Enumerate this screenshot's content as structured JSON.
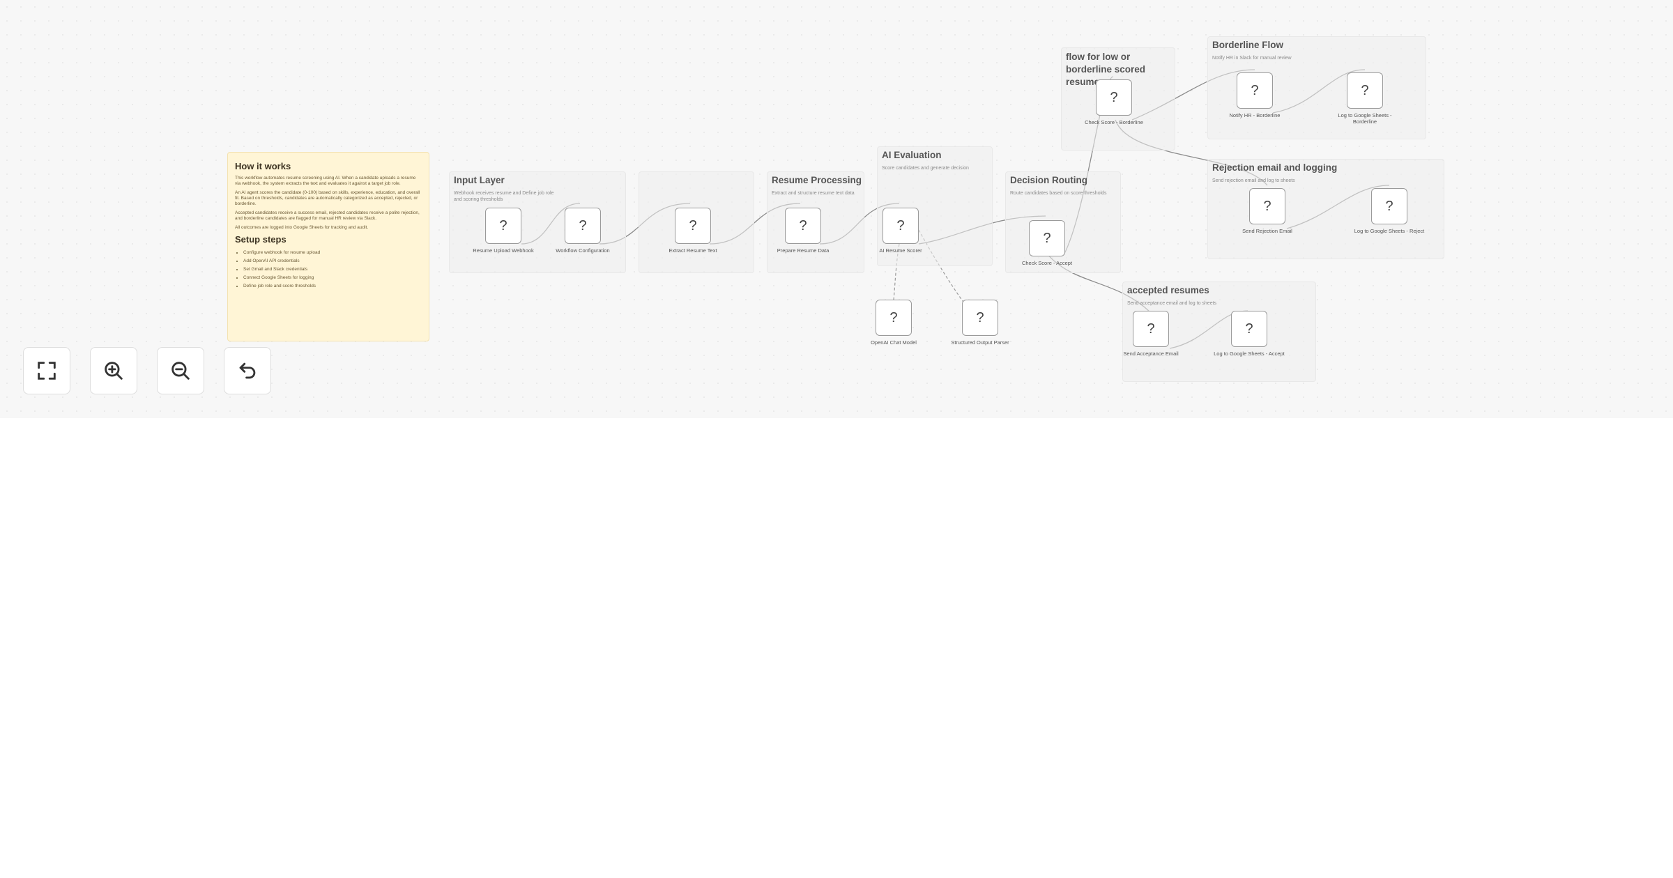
{
  "sticky_note": {
    "heading": "How it works",
    "paragraphs": [
      "This workflow automates resume screening using AI. When a candidate uploads a resume via webhook, the system extracts the text and evaluates it against a target job role.",
      "An AI agent scores the candidate (0-100) based on skills, experience, education, and overall fit. Based on thresholds, candidates are automatically categorized as accepted, rejected, or borderline.",
      "Accepted candidates receive a success email, rejected candidates receive a polite rejection, and borderline candidates are flagged for manual HR review via Slack.",
      "All outcomes are logged into Google Sheets for tracking and audit."
    ],
    "setup_heading": "Setup steps",
    "setup_steps": [
      "Configure webhook for resume upload",
      "Add OpenAI API credentials",
      "Set Gmail and Slack credentials",
      "Connect Google Sheets for logging",
      "Define job role and score thresholds"
    ]
  },
  "groups": {
    "input_layer": {
      "title": "Input Layer",
      "desc": "Webhook receives resume and Define job role and scoring thresholds"
    },
    "resume_processing": {
      "title": "Resume Processing",
      "desc": "Extract and structure resume text data"
    },
    "ai_evaluation": {
      "title": "AI Evaluation",
      "desc": "Score candidates and generate decision"
    },
    "decision_routing": {
      "title": "Decision Routing",
      "desc": "Route candidates based on score thresholds"
    },
    "low_borderline": {
      "title": "flow for low or borderline scored resume",
      "desc": ""
    },
    "borderline_flow": {
      "title": "Borderline Flow",
      "desc": "Notify HR in Slack for manual review"
    },
    "rejection": {
      "title": "Rejection email and logging",
      "desc": "Send rejection email and log to sheets"
    },
    "accepted": {
      "title": "accepted resumes",
      "desc": "Send acceptance email and log to sheets"
    }
  },
  "nodes": {
    "resume_upload_webhook": {
      "icon": "?",
      "label": "Resume Upload Webhook"
    },
    "workflow_configuration": {
      "icon": "?",
      "label": "Workflow Configuration"
    },
    "extract_resume_text": {
      "icon": "?",
      "label": "Extract Resume Text"
    },
    "prepare_resume_data": {
      "icon": "?",
      "label": "Prepare Resume Data"
    },
    "ai_resume_scorer": {
      "icon": "?",
      "label": "AI Resume Scorer"
    },
    "openai_chat_model": {
      "icon": "?",
      "label": "OpenAI Chat Model"
    },
    "structured_output_parser": {
      "icon": "?",
      "label": "Structured Output Parser"
    },
    "check_score_accept": {
      "icon": "?",
      "label": "Check Score - Accept"
    },
    "check_score_borderline": {
      "icon": "?",
      "label": "Check Score - Borderline"
    },
    "notify_hr_borderline": {
      "icon": "?",
      "label": "Notify HR - Borderline"
    },
    "log_sheets_borderline": {
      "icon": "?",
      "label": "Log to Google Sheets - Borderline"
    },
    "send_rejection_email": {
      "icon": "?",
      "label": "Send Rejection Email"
    },
    "log_sheets_reject": {
      "icon": "?",
      "label": "Log to Google Sheets - Reject"
    },
    "send_acceptance_email": {
      "icon": "?",
      "label": "Send Acceptance Email"
    },
    "log_sheets_accept": {
      "icon": "?",
      "label": "Log to Google Sheets - Accept"
    }
  },
  "toolbar": {
    "fit_view": {
      "icon": "fit-view-icon"
    },
    "zoom_in": {
      "icon": "zoom-in-icon"
    },
    "zoom_out": {
      "icon": "zoom-out-icon"
    },
    "undo": {
      "icon": "undo-icon"
    }
  },
  "colors": {
    "canvas_bg": "#f7f7f7",
    "note_bg": "#fff5d6",
    "edge": "#8c8c8c"
  }
}
